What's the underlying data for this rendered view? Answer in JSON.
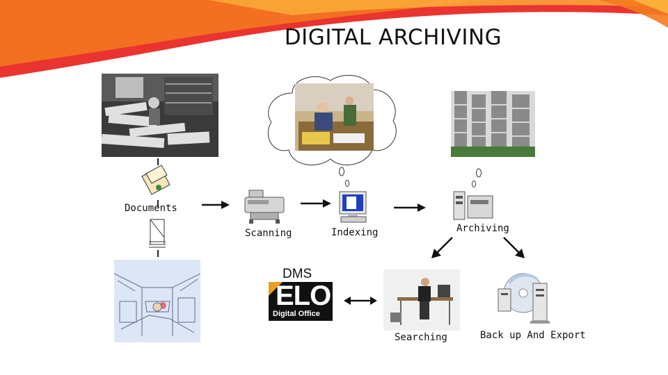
{
  "slide": {
    "title": "DIGITAL ARCHIVING",
    "accent_colors": [
      "#e8231d",
      "#f47a1f",
      "#fbb03b"
    ]
  },
  "labels": {
    "documents": "Documents",
    "scanning": "Scanning",
    "indexing": "Indexing",
    "archiving": "Archiving",
    "searching": "Searching",
    "backup": "Back up And Export"
  },
  "logo": {
    "line1": "DMS",
    "line2": "ELO",
    "line3": "Digital Office"
  }
}
